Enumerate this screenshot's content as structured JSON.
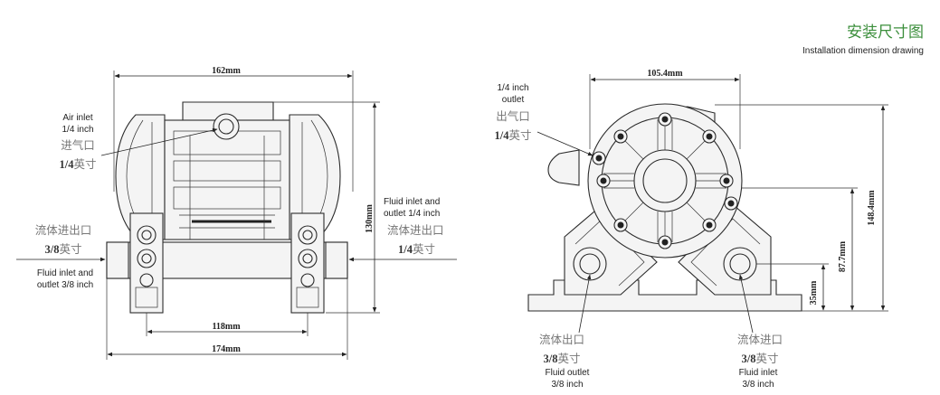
{
  "header": {
    "title_cn": "安装尺寸图",
    "title_en": "Installation dimension drawing"
  },
  "front_view": {
    "dims": {
      "top_width": "162mm",
      "height": "130mm",
      "inner_width": "118mm",
      "overall_width": "174mm"
    },
    "air_inlet": {
      "en_line1": "Air inlet",
      "en_line2": "1/4 inch",
      "cn_line1": "进气口",
      "cn_line2_num": "1/4",
      "cn_line2_unit": "英寸"
    },
    "fluid_left": {
      "cn_line1": "流体进出口",
      "cn_line2_num": "3/8",
      "cn_line2_unit": "英寸",
      "en_line1": "Fluid inlet and",
      "en_line2": "outlet 3/8 inch"
    },
    "fluid_right": {
      "en_line1": "Fluid inlet and",
      "en_line2": "outlet 1/4 inch",
      "cn_line1": "流体进出口",
      "cn_line2_num": "1/4",
      "cn_line2_unit": "英寸"
    }
  },
  "side_view": {
    "dims": {
      "top_width": "105.4mm",
      "total_height": "148.4mm",
      "mid_height": "87.7mm",
      "base_height": "35mm"
    },
    "outlet_top": {
      "en_line1": "1/4 inch",
      "en_line2": "outlet",
      "cn_line1": "出气口",
      "cn_line2_num": "1/4",
      "cn_line2_unit": "英寸"
    },
    "fluid_outlet": {
      "cn_line1": "流体出口",
      "cn_line2_num": "3/8",
      "cn_line2_unit": "英寸",
      "en_line1": "Fluid outlet",
      "en_line2": "3/8 inch"
    },
    "fluid_inlet": {
      "cn_line1": "流体进口",
      "cn_line2_num": "3/8",
      "cn_line2_unit": "英寸",
      "en_line1": "Fluid inlet",
      "en_line2": "3/8 inch"
    }
  }
}
